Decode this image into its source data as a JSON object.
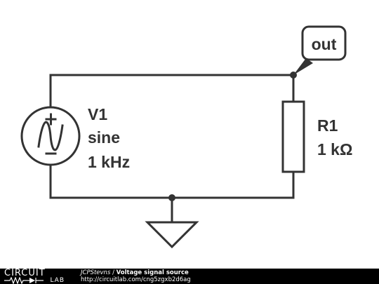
{
  "schematic": {
    "source": {
      "name": "V1",
      "type": "sine",
      "frequency": "1 kHz"
    },
    "resistor": {
      "name": "R1",
      "value": "1 kΩ"
    },
    "output_label": "out"
  },
  "footer": {
    "logo_top": "CIRCUIT",
    "logo_bottom": "LAB",
    "author": "JCPStevns",
    "separator": " / ",
    "title": "Voltage signal source",
    "url": "http://circuitlab.com/cng5zgxb2d6ag"
  },
  "colors": {
    "ink": "#333333",
    "footer_background": "#000000",
    "footer_text": "#ffffff"
  }
}
